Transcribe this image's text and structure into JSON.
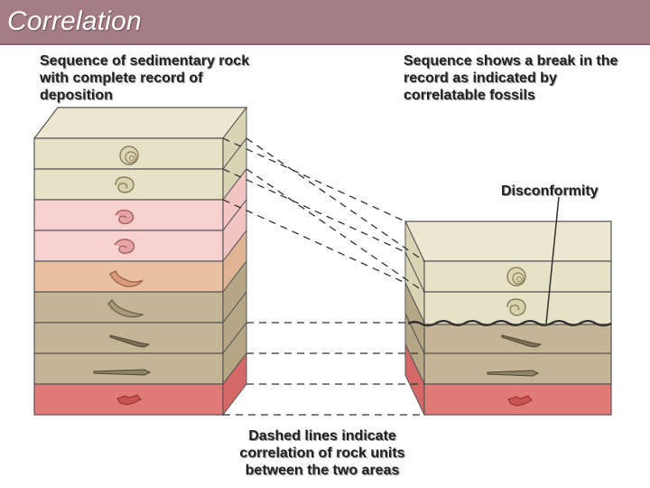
{
  "header": {
    "title": "Correlation"
  },
  "captions": {
    "left": "Sequence of sedimentary rock with complete record of deposition",
    "right": "Sequence shows a break in the record as indicated by correlatable fossils",
    "bottom": "Dashed lines indicate correlation of rock units between the two areas",
    "disconformity": "Disconformity"
  },
  "colors": {
    "title_bar": "#a47c86",
    "cream": "#e6e2c7",
    "pink": "#f7d0d0",
    "salmon": "#e9c0a2",
    "khaki": "#c3b596",
    "red": "#e07b78",
    "fossil": "#d4a0a0"
  },
  "left_column": {
    "layers": [
      "cream",
      "cream",
      "pink",
      "pink",
      "salmon",
      "khaki",
      "khaki",
      "khaki",
      "red"
    ],
    "fossils": [
      "ammonite-icon",
      "snail-icon",
      "snail-icon",
      "snail-icon",
      "curved-shell-icon",
      "curved-shell-icon",
      "belemnite-icon",
      "belemnite-icon",
      "shell-fragment-icon"
    ]
  },
  "right_column": {
    "layers": [
      "cream",
      "cream",
      "khaki",
      "khaki",
      "red"
    ],
    "fossils": [
      "ammonite-icon",
      "snail-icon",
      "belemnite-icon",
      "belemnite-icon",
      "shell-fragment-icon"
    ]
  }
}
